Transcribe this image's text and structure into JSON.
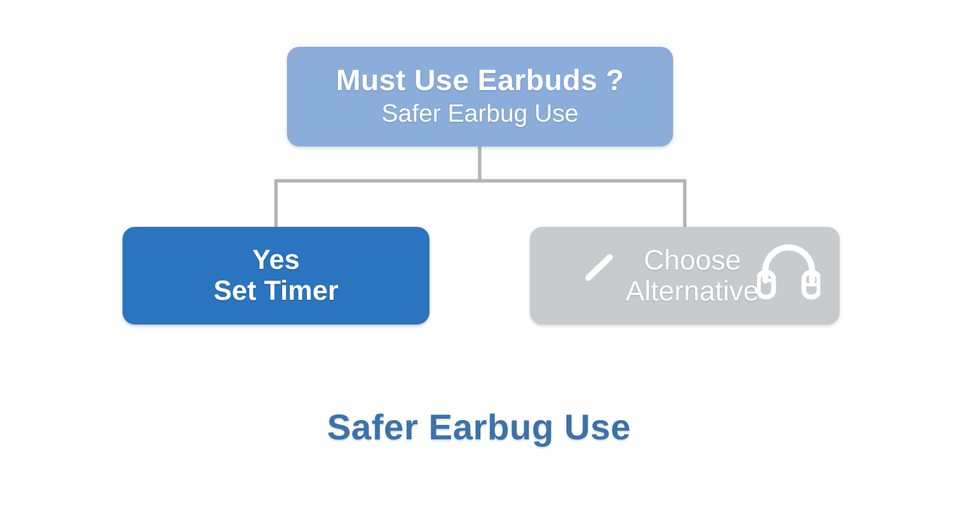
{
  "diagram": {
    "type": "decision-tree",
    "caption": "Safer Earbug Use",
    "colors": {
      "background": "#ffffff",
      "root_node": "#8badda",
      "yes_node": "#2b74bf",
      "alternative_node": "#c9cace",
      "connector": "#b4b4b6",
      "node_text": "#ffffff",
      "caption_text": "#3d72a8"
    },
    "root": {
      "title": "Must Use Earbuds ?",
      "subtitle": "Safer Earbug Use"
    },
    "branches": [
      {
        "id": "yes",
        "line1": "Yes",
        "line2": "Set Timer"
      },
      {
        "id": "alternative",
        "line1": "Choose",
        "line2": "Alternative",
        "icons": [
          "slash-icon",
          "headphones-icon"
        ]
      }
    ]
  }
}
